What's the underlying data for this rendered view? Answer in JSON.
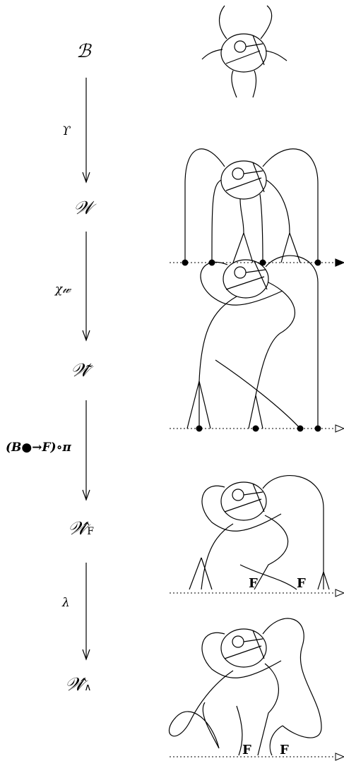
{
  "left_column": {
    "spaces": [
      {
        "main": "ℬ",
        "sub": ""
      },
      {
        "main": "𝒲",
        "sub": ""
      },
      {
        "main": "𝒲̃",
        "sub": ""
      },
      {
        "main": "𝒲̂",
        "sub": "F"
      },
      {
        "main": "𝒲̂",
        "sub": "∧"
      }
    ],
    "maps": [
      {
        "label": "ϒ"
      },
      {
        "label": "χ𝓌"
      },
      {
        "label": "(B●→F)∘π"
      },
      {
        "label": "λ"
      }
    ]
  },
  "diagram_labels": {
    "f_marks": [
      "F",
      "F",
      "F",
      "F"
    ]
  }
}
